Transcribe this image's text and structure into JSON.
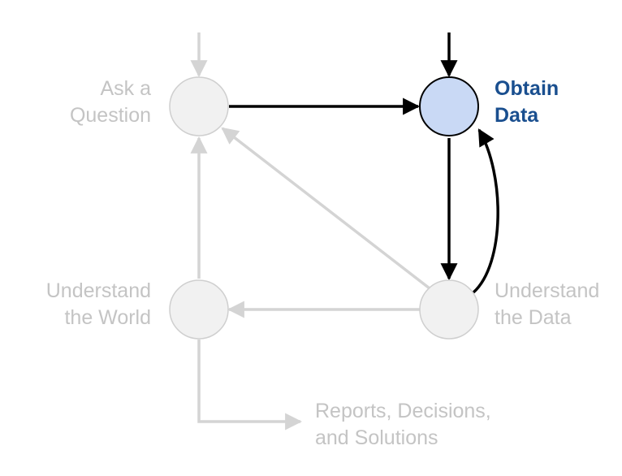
{
  "nodes": {
    "ask": {
      "line1": "Ask a",
      "line2": "Question"
    },
    "obtain": {
      "line1": "Obtain",
      "line2": "Data"
    },
    "understand_world": {
      "line1": "Understand",
      "line2": "the World"
    },
    "understand_data": {
      "line1": "Understand",
      "line2": "the Data"
    }
  },
  "output": {
    "line1": "Reports, Decisions,",
    "line2": "and Solutions"
  },
  "colors": {
    "active_fill": "#c9d9f5",
    "active_text": "#1a4f8f",
    "inactive_fill": "#f1f1f1",
    "inactive_stroke": "#cfcfcf",
    "inactive_text": "#c4c4c4",
    "active_edge": "#000000",
    "inactive_edge": "#d4d4d4"
  }
}
